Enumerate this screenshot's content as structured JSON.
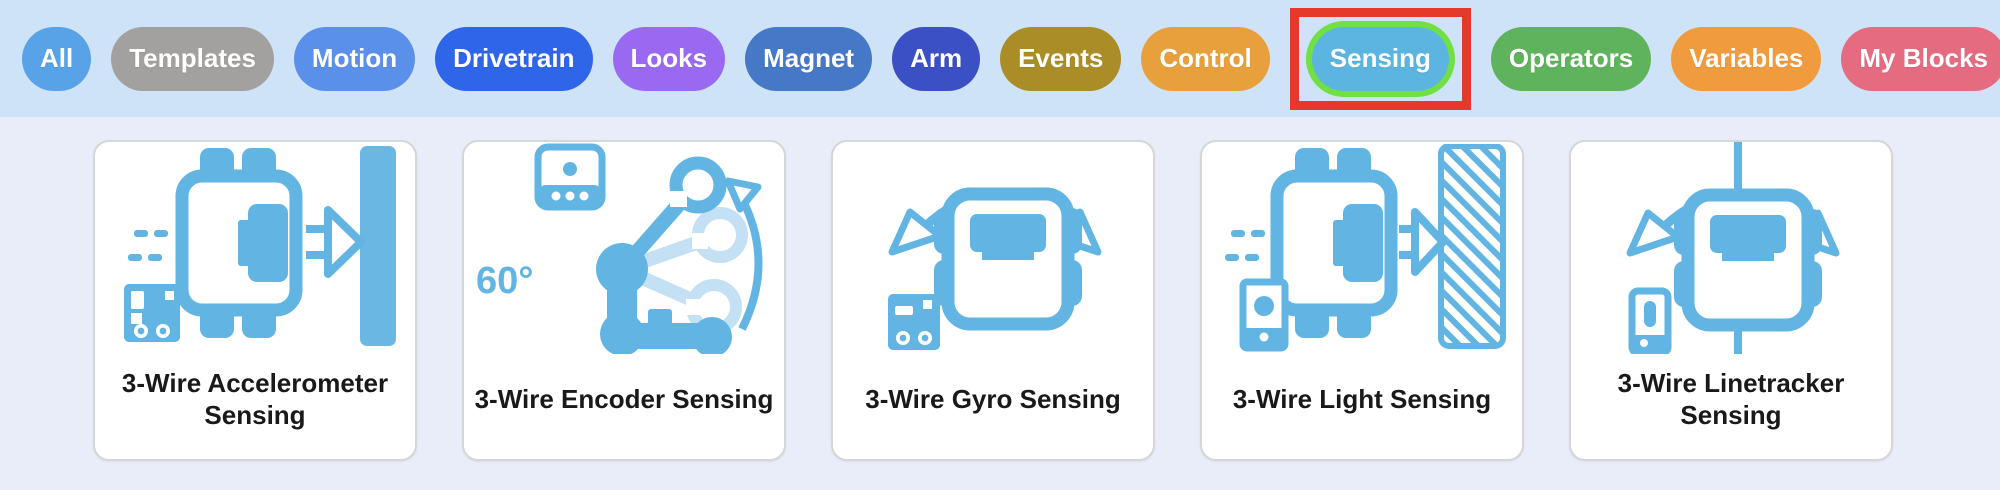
{
  "toolbar": {
    "buttons": [
      {
        "label": "All",
        "color": "#58a3e7"
      },
      {
        "label": "Templates",
        "color": "#a3a0a0"
      },
      {
        "label": "Motion",
        "color": "#5b90ea"
      },
      {
        "label": "Drivetrain",
        "color": "#2e65e9"
      },
      {
        "label": "Looks",
        "color": "#9a69f1"
      },
      {
        "label": "Magnet",
        "color": "#4678c8"
      },
      {
        "label": "Arm",
        "color": "#3a50c4"
      },
      {
        "label": "Events",
        "color": "#ab8d28"
      },
      {
        "label": "Control",
        "color": "#e8a03c"
      },
      {
        "label": "Sensing",
        "color": "#5cb5e0",
        "selected": true
      },
      {
        "label": "Operators",
        "color": "#5fb35c"
      },
      {
        "label": "Variables",
        "color": "#f09b3d"
      },
      {
        "label": "My Blocks",
        "color": "#e56b80"
      }
    ],
    "selection_ring_color": "#70e043",
    "annotation_box_color": "#e5392b"
  },
  "cards": [
    {
      "title": "3-Wire Accelerometer Sensing",
      "icon": "accelerometer-icon"
    },
    {
      "title": "3-Wire Encoder Sensing",
      "icon": "encoder-icon",
      "angle_label": "60°"
    },
    {
      "title": "3-Wire Gyro Sensing",
      "icon": "gyro-icon"
    },
    {
      "title": "3-Wire Light Sensing",
      "icon": "light-icon"
    },
    {
      "title": "3-Wire Linetracker Sensing",
      "icon": "linetracker-icon"
    }
  ],
  "colors": {
    "toolbar_bg": "#cfe3f8",
    "content_bg": "#e9edf9",
    "icon_blue": "#62b5e3",
    "icon_blue_light": "#c3e0f4",
    "card_title": "#191919"
  }
}
